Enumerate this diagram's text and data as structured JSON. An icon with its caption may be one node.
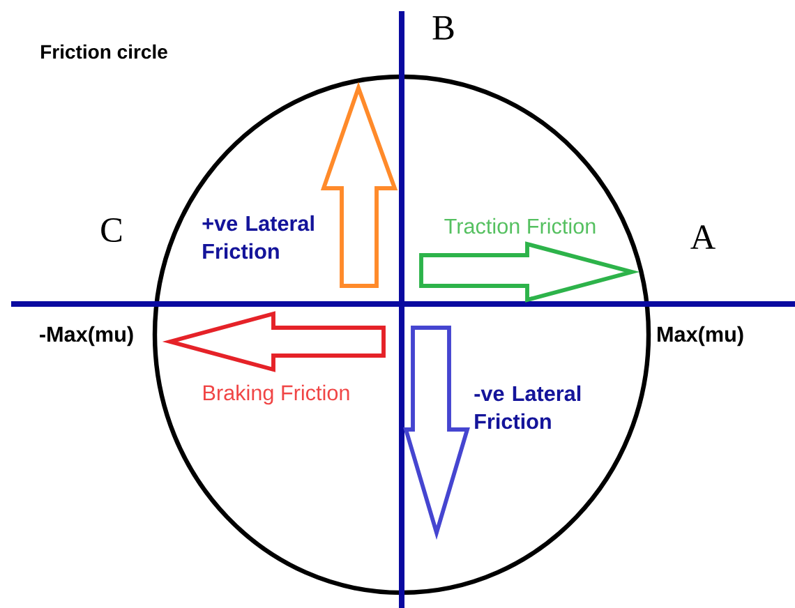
{
  "diagram": {
    "title": "Friction circle",
    "labels": [
      "B",
      "C",
      "+ve Lateral Friction",
      "Traction Friction",
      "A",
      "-Max(mu)",
      "Max(mu)",
      "Braking Friction",
      "-ve Lateral Friction"
    ]
  }
}
